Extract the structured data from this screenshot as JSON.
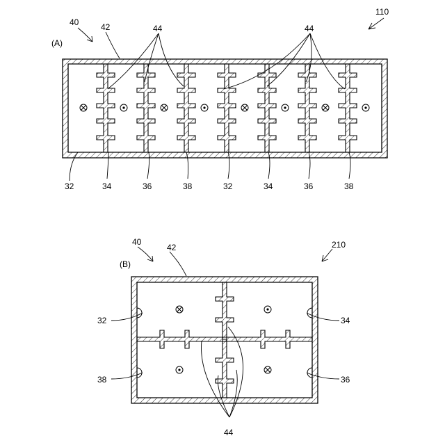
{
  "figure_a": {
    "panel_label": "(A)",
    "device_ref": "110",
    "assembly_ref": "40",
    "wall_ref": "42",
    "fin_ref_left": "44",
    "fin_ref_right": "44",
    "coil_refs": [
      "32",
      "34",
      "36",
      "38",
      "32",
      "34",
      "36",
      "38"
    ],
    "cell_symbols": [
      "cross",
      "dot",
      "cross",
      "dot",
      "cross",
      "dot",
      "cross",
      "dot"
    ]
  },
  "figure_b": {
    "panel_label": "(B)",
    "device_ref": "210",
    "assembly_ref": "40",
    "wall_ref": "42",
    "fin_ref": "44",
    "coil_refs": {
      "top_left": "32",
      "top_right": "34",
      "bottom_left": "38",
      "bottom_right": "36"
    },
    "cell_symbols": {
      "top_left": "cross",
      "top_right": "dot",
      "bottom_left": "dot",
      "bottom_right": "cross"
    }
  }
}
